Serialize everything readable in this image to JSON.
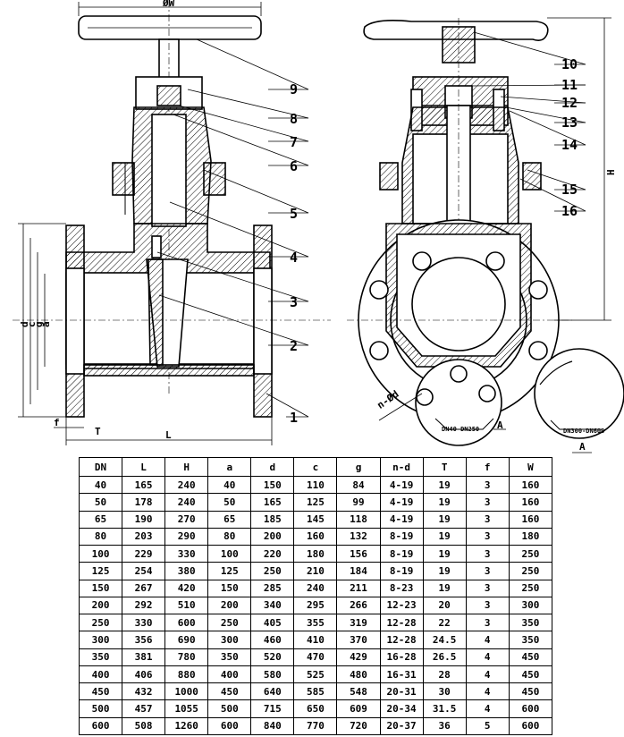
{
  "callouts": {
    "c1": "1",
    "c2": "2",
    "c3": "3",
    "c4": "4",
    "c5": "5",
    "c6": "6",
    "c7": "7",
    "c8": "8",
    "c9": "9",
    "c10": "10",
    "c11": "11",
    "c12": "12",
    "c13": "13",
    "c14": "14",
    "c15": "15",
    "c16": "16"
  },
  "dimensions": {
    "w": "ØW",
    "d": "d",
    "c": "c",
    "g": "g",
    "a": "a",
    "f": "f",
    "t": "T",
    "l": "L",
    "h": "H",
    "nd": "n-Ød",
    "flange_left": "DN40-DN250",
    "flange_right": "DN300-DN600",
    "a_mark": "A"
  },
  "table": {
    "headers": [
      "DN",
      "L",
      "H",
      "a",
      "d",
      "c",
      "g",
      "n-d",
      "T",
      "f",
      "W"
    ],
    "rows": [
      [
        "40",
        "165",
        "240",
        "40",
        "150",
        "110",
        "84",
        "4-19",
        "19",
        "3",
        "160"
      ],
      [
        "50",
        "178",
        "240",
        "50",
        "165",
        "125",
        "99",
        "4-19",
        "19",
        "3",
        "160"
      ],
      [
        "65",
        "190",
        "270",
        "65",
        "185",
        "145",
        "118",
        "4-19",
        "19",
        "3",
        "160"
      ],
      [
        "80",
        "203",
        "290",
        "80",
        "200",
        "160",
        "132",
        "8-19",
        "19",
        "3",
        "180"
      ],
      [
        "100",
        "229",
        "330",
        "100",
        "220",
        "180",
        "156",
        "8-19",
        "19",
        "3",
        "250"
      ],
      [
        "125",
        "254",
        "380",
        "125",
        "250",
        "210",
        "184",
        "8-19",
        "19",
        "3",
        "250"
      ],
      [
        "150",
        "267",
        "420",
        "150",
        "285",
        "240",
        "211",
        "8-23",
        "19",
        "3",
        "250"
      ],
      [
        "200",
        "292",
        "510",
        "200",
        "340",
        "295",
        "266",
        "12-23",
        "20",
        "3",
        "300"
      ],
      [
        "250",
        "330",
        "600",
        "250",
        "405",
        "355",
        "319",
        "12-28",
        "22",
        "3",
        "350"
      ],
      [
        "300",
        "356",
        "690",
        "300",
        "460",
        "410",
        "370",
        "12-28",
        "24.5",
        "4",
        "350"
      ],
      [
        "350",
        "381",
        "780",
        "350",
        "520",
        "470",
        "429",
        "16-28",
        "26.5",
        "4",
        "450"
      ],
      [
        "400",
        "406",
        "880",
        "400",
        "580",
        "525",
        "480",
        "16-31",
        "28",
        "4",
        "450"
      ],
      [
        "450",
        "432",
        "1000",
        "450",
        "640",
        "585",
        "548",
        "20-31",
        "30",
        "4",
        "450"
      ],
      [
        "500",
        "457",
        "1055",
        "500",
        "715",
        "650",
        "609",
        "20-34",
        "31.5",
        "4",
        "600"
      ],
      [
        "600",
        "508",
        "1260",
        "600",
        "840",
        "770",
        "720",
        "20-37",
        "36",
        "5",
        "600"
      ]
    ]
  }
}
